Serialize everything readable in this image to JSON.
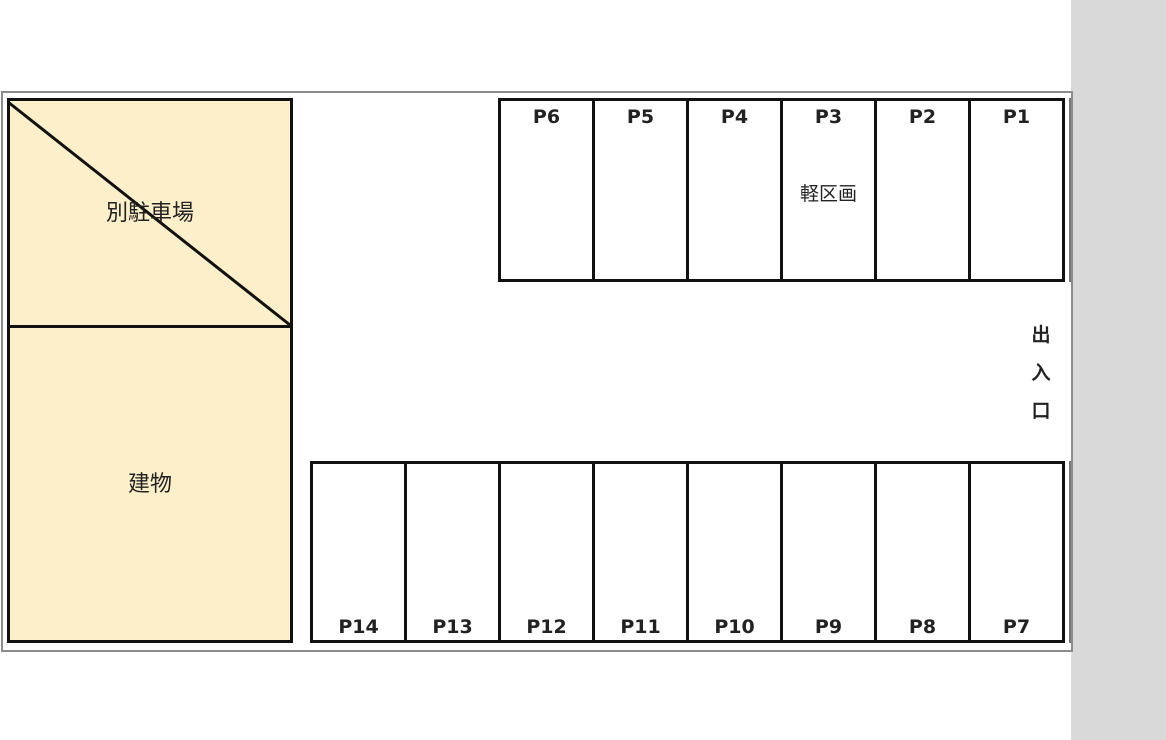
{
  "blocks": {
    "other_parking": "別駐車場",
    "building": "建物"
  },
  "top_stalls": [
    {
      "label": "P6",
      "note": ""
    },
    {
      "label": "P5",
      "note": ""
    },
    {
      "label": "P4",
      "note": ""
    },
    {
      "label": "P3",
      "note": "軽区画"
    },
    {
      "label": "P2",
      "note": ""
    },
    {
      "label": "P1",
      "note": ""
    }
  ],
  "bottom_stalls": [
    {
      "label": "P14"
    },
    {
      "label": "P13"
    },
    {
      "label": "P12"
    },
    {
      "label": "P11"
    },
    {
      "label": "P10"
    },
    {
      "label": "P9"
    },
    {
      "label": "P8"
    },
    {
      "label": "P7"
    }
  ],
  "entrance": [
    "出",
    "入",
    "口"
  ]
}
